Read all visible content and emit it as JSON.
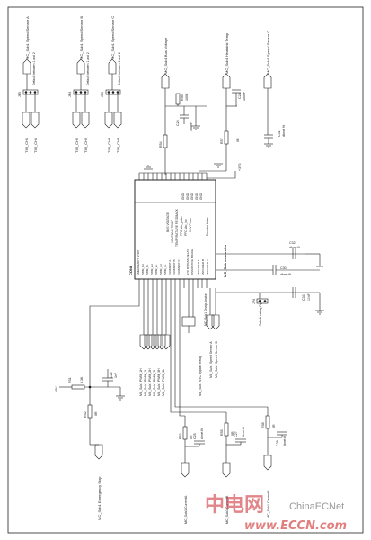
{
  "sensor_inputs": [
    {
      "label": "MC_Sub1 Speed Sensor A",
      "strap": "Default between 1 and 2",
      "jumper": "JP5",
      "connector": "TIM_CH1"
    },
    {
      "label": "MC_Sub1 Speed Sensor B",
      "strap": "Default between 1 and 2",
      "jumper": "JP4",
      "connector": "TIM_CH2"
    },
    {
      "label": "MC_Sub1 Speed Sensor C",
      "strap": "Default between 1 and 2",
      "jumper": "JP3",
      "connector": "TIM_CH3"
    }
  ],
  "top_nets": {
    "bus_voltage": "MC_Sub1 Bus Voltage",
    "heatsink_temp": "MC_Sub1 Heatsink Temp",
    "speed_sensor_c": "MC_Sub1 Speed Sensor C"
  },
  "components": {
    "r56": "R56",
    "r56_val": "100K",
    "c26": "C26",
    "c26_val": "100nF",
    "r54": "R54",
    "c28": "C28",
    "c28_val": "100nF",
    "r57": "R57",
    "c31": "C31",
    "c31_val": "dbnet fit",
    "c32": "C32",
    "c32_val": "dbnet fit",
    "c30": "C30",
    "c30_val": "dbnet fit",
    "c33": "C33",
    "c33_val": "10nF",
    "jp6": "JP6",
    "r51": "R51",
    "r51_val": "3.3K",
    "c24": "C24",
    "c24_val": "1nF",
    "r52": "R52",
    "r53": "R53",
    "c25": "C25",
    "c25_val": "dbnet fit",
    "r55": "R55",
    "c27": "C27",
    "c27_val": "dbnet fit",
    "r58": "R58",
    "c29": "C29",
    "c29_val": "dbnet fit",
    "zero_ohm": "0R"
  },
  "supply": {
    "v33": "+3V3",
    "v5": "+5V"
  },
  "connector": {
    "ref": "CON8",
    "name": "MC_Sub connector",
    "upper_pins": [
      "GND",
      "GND",
      "GND",
      "GND",
      "GND"
    ],
    "mid_pins": [
      "BUS VOLTAGE",
      "PFC Vac_pulse",
      "HEATSINK TEMP",
      "PFC Vac_inp",
      "TEMPERATURE FEEDBACK",
      "3.3V Power"
    ],
    "encoder": "Encoder Index",
    "lower_left_pins": [
      "EMERGENCY STOP",
      "PWM_1H",
      "PWM_1L",
      "PWM_2H",
      "PWM_2L",
      "PWM_3H",
      "PWM_3L",
      "CURRENT A",
      "CURRENT B",
      "CURRENT C"
    ],
    "lower_right_pins": [
      "NTC BYPASS RELAY",
      "DISSIPATIVE BRAKE",
      "ENCODER A",
      "ENCODER B",
      "ENCODER Z"
    ]
  },
  "mid_right": {
    "jumper_note": "Default setting Open"
  },
  "bottom_labels": {
    "ntc": "MC_Sub1 NTC Bypass Relay",
    "sensor_a": "MC_Sub1 Speed Sensor A",
    "sensor_b": "MC_Sub1 Speed Sensor B",
    "dissipative": "MC_Sub1 Dissip. brake",
    "pwm_list": [
      "MC_Sub1 PWM_1H",
      "MC_Sub1 PWM_1L",
      "MC_Sub1 PWM_2H",
      "MC_Sub1 PWM_2L",
      "MC_Sub1 PWM_3H",
      "MC_Sub1 PWM_3L"
    ],
    "emergency": "MC_Sub1 Emergency Stop",
    "current_a": "MC_Sub1 CurrentA",
    "current_b": "MC_Sub1 CurrentB",
    "current_c": "MC_Sub1 CurrentC"
  },
  "watermark": {
    "cn": "中电网",
    "brand": "ChinaECNet",
    "url": "www.ECCN.com"
  }
}
